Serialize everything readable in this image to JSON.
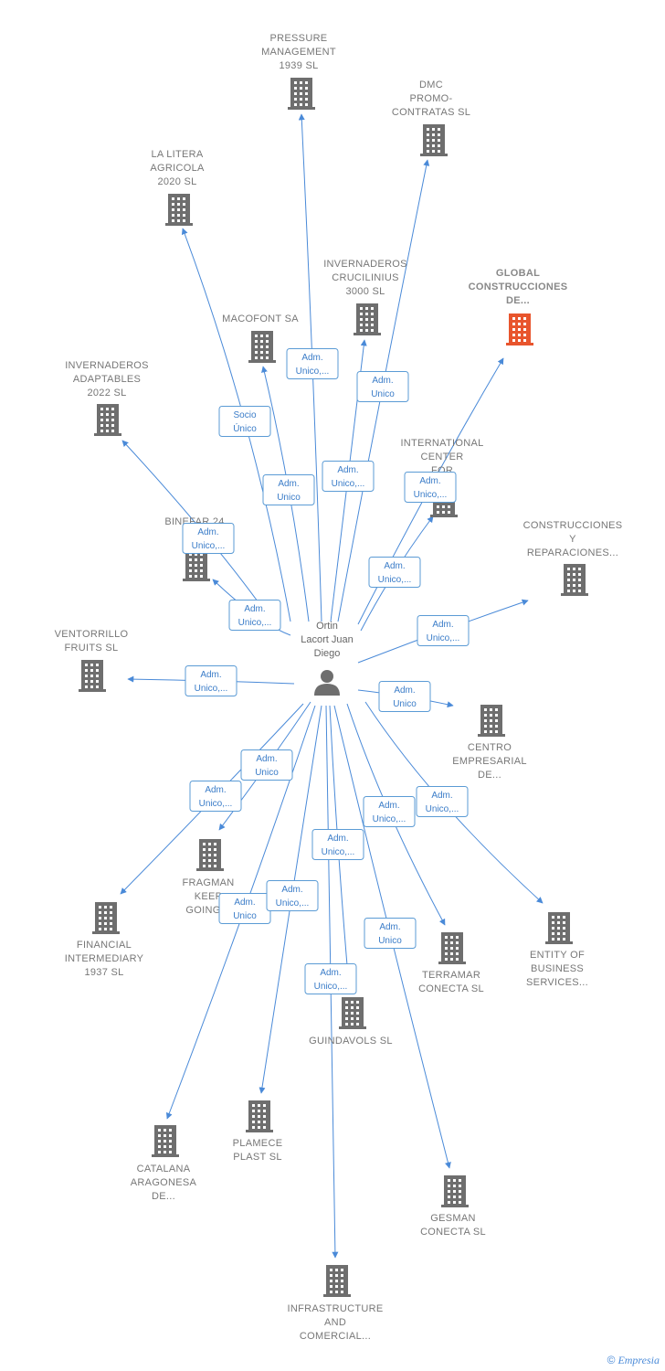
{
  "colors": {
    "edge": "#4a8ad8",
    "label_text": "#3a7cc8",
    "building": "#6e6e6e",
    "building_focus": "#e8552d",
    "node_text": "#777777"
  },
  "center": {
    "name_lines": [
      "Ortin",
      "Lacort Juan",
      "Diego"
    ],
    "icon": "person-icon"
  },
  "nodes": [
    {
      "id": "pressure",
      "lines": [
        "PRESSURE",
        "MANAGEMENT",
        "1939  SL"
      ],
      "icon": "building-icon"
    },
    {
      "id": "dmc",
      "lines": [
        "DMC",
        "PROMO-",
        "CONTRATAS SL"
      ],
      "icon": "building-icon"
    },
    {
      "id": "litera",
      "lines": [
        "LA LITERA",
        "AGRICOLA",
        "2020  SL"
      ],
      "icon": "building-icon"
    },
    {
      "id": "crucilinius",
      "lines": [
        "INVERNADEROS",
        "CRUCILINIUS",
        "3000  SL"
      ],
      "icon": "building-icon"
    },
    {
      "id": "global",
      "lines": [
        "GLOBAL",
        "CONSTRUCCIONES",
        "DE..."
      ],
      "icon": "building-icon",
      "focus": true
    },
    {
      "id": "macofont",
      "lines": [
        "MACOFONT SA"
      ],
      "icon": "building-icon"
    },
    {
      "id": "adaptables",
      "lines": [
        "INVERNADEROS",
        "ADAPTABLES",
        "2022  SL"
      ],
      "icon": "building-icon"
    },
    {
      "id": "intl",
      "lines": [
        "INTERNATIONAL",
        "CENTER",
        "FOR"
      ],
      "icon": "building-icon"
    },
    {
      "id": "binefar",
      "lines": [
        "BINEFAR 24",
        "20..."
      ],
      "icon": "building-icon"
    },
    {
      "id": "reparaciones",
      "lines": [
        "CONSTRUCCIONES",
        "Y",
        "REPARACIONES..."
      ],
      "icon": "building-icon"
    },
    {
      "id": "ventorrillo",
      "lines": [
        "VENTORRILLO",
        "FRUITS  SL"
      ],
      "icon": "building-icon"
    },
    {
      "id": "centro",
      "lines": [
        "CENTRO",
        "EMPRESARIAL",
        "DE..."
      ],
      "icon": "building-icon"
    },
    {
      "id": "fragman",
      "lines": [
        "FRAGMAN",
        "KEEP",
        "GOING  S"
      ],
      "icon": "building-icon"
    },
    {
      "id": "financial",
      "lines": [
        "FINANCIAL",
        "INTERMEDIARY",
        "1937  SL"
      ],
      "icon": "building-icon"
    },
    {
      "id": "entity",
      "lines": [
        "ENTITY OF",
        "BUSINESS",
        "SERVICES..."
      ],
      "icon": "building-icon"
    },
    {
      "id": "terramar",
      "lines": [
        "TERRAMAR",
        "CONECTA  SL"
      ],
      "icon": "building-icon"
    },
    {
      "id": "guindavols",
      "lines": [
        "GUINDAVOLS SL"
      ],
      "icon": "building-icon"
    },
    {
      "id": "catalana",
      "lines": [
        "CATALANA",
        "ARAGONESA",
        "DE..."
      ],
      "icon": "building-icon"
    },
    {
      "id": "plamece",
      "lines": [
        "PLAMECE",
        "PLAST SL"
      ],
      "icon": "building-icon"
    },
    {
      "id": "gesman",
      "lines": [
        "GESMAN",
        "CONECTA  SL"
      ],
      "icon": "building-icon"
    },
    {
      "id": "infra",
      "lines": [
        "INFRASTRUCTURE",
        "AND",
        "COMERCIAL..."
      ],
      "icon": "building-icon"
    }
  ],
  "edges": [
    {
      "to": "pressure",
      "label": [
        "Adm.",
        "Unico,..."
      ]
    },
    {
      "to": "dmc",
      "label": [
        "Adm.",
        "Unico"
      ]
    },
    {
      "to": "litera",
      "label": [
        "Socio",
        "Único"
      ]
    },
    {
      "to": "crucilinius",
      "label": [
        "Adm.",
        "Unico,..."
      ]
    },
    {
      "to": "global",
      "label": [
        "Adm.",
        "Unico,..."
      ]
    },
    {
      "to": "macofont",
      "label": [
        "Adm.",
        "Unico"
      ]
    },
    {
      "to": "adaptables",
      "label": [
        "Adm.",
        "Unico,..."
      ]
    },
    {
      "to": "intl",
      "label": [
        "Adm.",
        "Unico,..."
      ]
    },
    {
      "to": "binefar",
      "label": [
        "Adm.",
        "Unico,..."
      ]
    },
    {
      "to": "reparaciones",
      "label": [
        "Adm.",
        "Unico,..."
      ]
    },
    {
      "to": "ventorrillo",
      "label": [
        "Adm.",
        "Unico,..."
      ]
    },
    {
      "to": "centro",
      "label": [
        "Adm.",
        "Unico"
      ]
    },
    {
      "to": "fragman",
      "label": [
        "Adm.",
        "Unico"
      ]
    },
    {
      "to": "financial",
      "label": [
        "Adm.",
        "Unico,..."
      ]
    },
    {
      "to": "entity",
      "label": [
        "Adm.",
        "Unico,..."
      ]
    },
    {
      "to": "terramar",
      "label": [
        "Adm.",
        "Unico,..."
      ]
    },
    {
      "to": "guindavols",
      "label": [
        "Adm.",
        "Unico,..."
      ]
    },
    {
      "to": "catalana",
      "label": [
        "Adm.",
        "Unico"
      ]
    },
    {
      "to": "plamece",
      "label": [
        "Adm.",
        "Unico,..."
      ]
    },
    {
      "to": "gesman",
      "label": [
        "Adm.",
        "Unico"
      ]
    },
    {
      "to": "infra",
      "label": [
        "Adm.",
        "Unico,..."
      ]
    }
  ],
  "brand": {
    "copyright": "©",
    "name": "Empresia"
  }
}
